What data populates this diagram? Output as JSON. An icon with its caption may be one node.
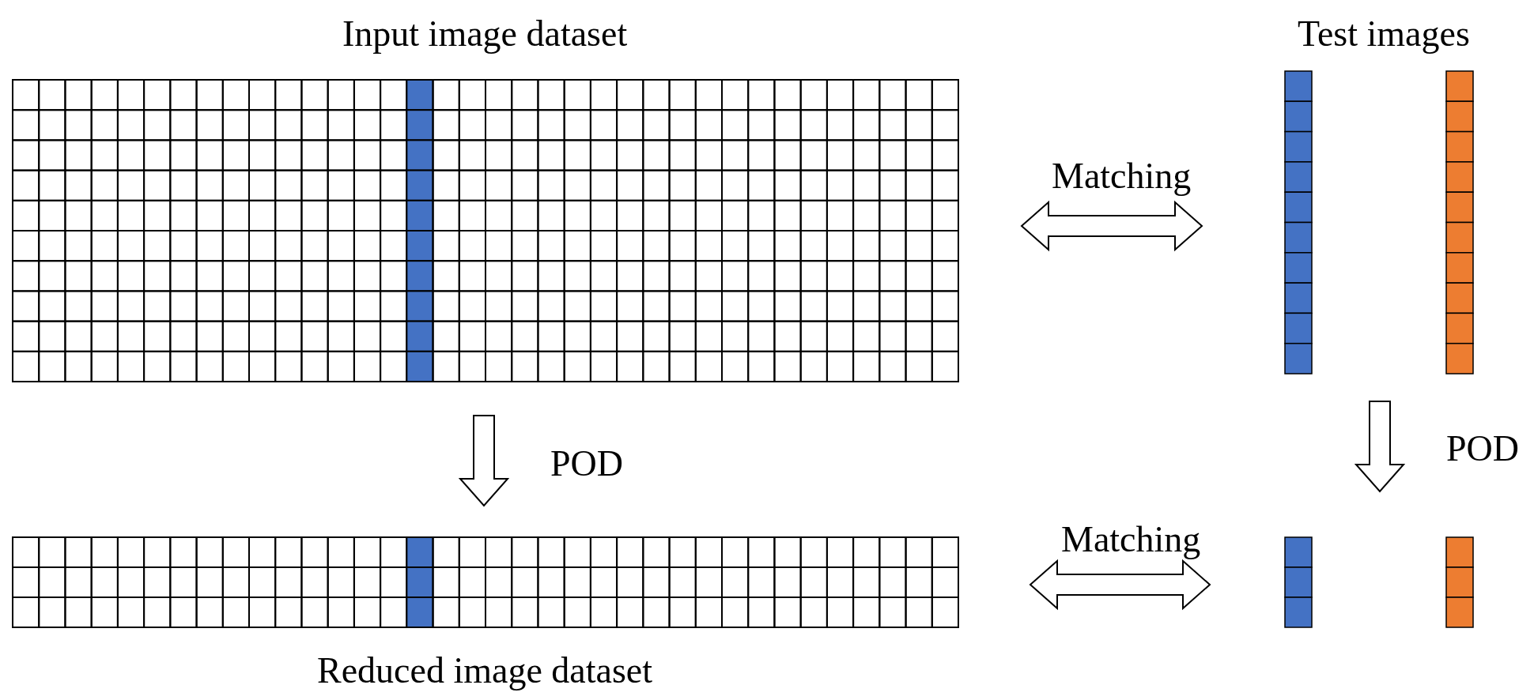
{
  "diagram": {
    "nodes": [
      {
        "text": [
          "Input image dataset"
        ]
      },
      {
        "text": [
          "Test images"
        ]
      },
      {
        "text": [
          "Reduced image dataset"
        ]
      },
      {
        "text": [],
        "shape": "bar"
      }
    ],
    "edges": [
      {
        "from": 0,
        "to": 1,
        "arrow": "both",
        "label": "Matching"
      },
      {
        "from": 0,
        "to": 2,
        "arrow": "to",
        "label": "POD"
      },
      {
        "from": 1,
        "to": 3,
        "arrow": "to",
        "label": "POD"
      },
      {
        "from": 2,
        "to": 3,
        "arrow": "both",
        "label": "Matching"
      }
    ]
  }
}
